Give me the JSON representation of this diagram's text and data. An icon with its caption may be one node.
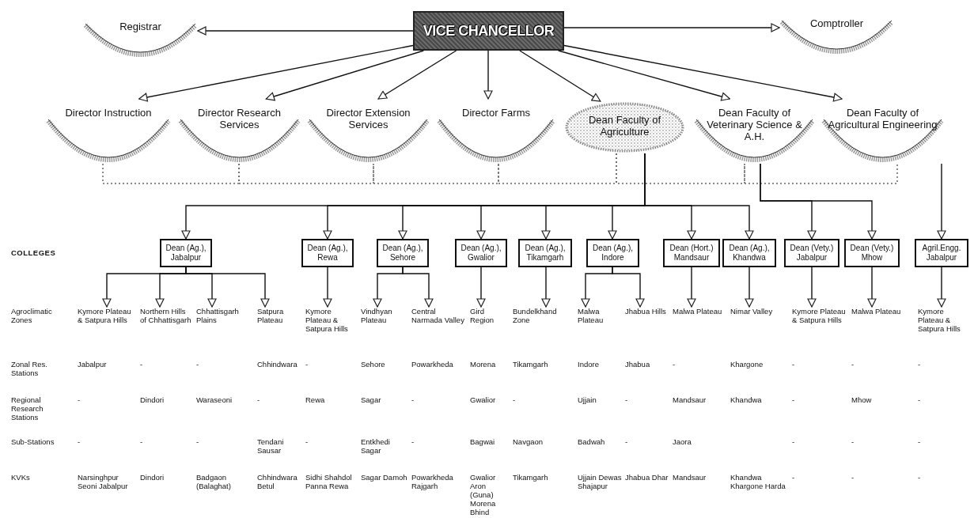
{
  "diagram": {
    "nodes": [
      {
        "text": [
          "VICE CHANCELLOR"
        ]
      },
      {
        "text": [
          "Registrar"
        ]
      },
      {
        "text": [
          "Comptroller"
        ]
      },
      {
        "text": [
          "Director Instruction"
        ]
      },
      {
        "text": [
          "Director Research Services"
        ]
      },
      {
        "text": [
          "Director Extension Services"
        ]
      },
      {
        "text": [
          "Director Farms"
        ]
      },
      {
        "text": [
          "Dean Faculty of Agriculture"
        ]
      },
      {
        "text": [
          "Dean Faculty of Veterinary Science & A.H."
        ]
      },
      {
        "text": [
          "Dean Faculty of Agricultural Engineering"
        ]
      },
      {
        "text": [
          "Dean (Ag.), Jabalpur"
        ]
      },
      {
        "text": [
          "Dean (Ag.), Rewa"
        ]
      },
      {
        "text": [
          "Dean (Ag.), Sehore"
        ]
      },
      {
        "text": [
          "Dean (Ag.), Gwalior"
        ]
      },
      {
        "text": [
          "Dean (Ag.), Tikamgarh"
        ]
      },
      {
        "text": [
          "Dean (Ag.), Indore"
        ]
      },
      {
        "text": [
          "Dean (Hort.) Mandsaur"
        ]
      },
      {
        "text": [
          "Dean (Ag.), Khandwa"
        ]
      },
      {
        "text": [
          "Dean (Vety.) Jabalpur"
        ]
      },
      {
        "text": [
          "Dean (Vety.) Mhow"
        ]
      },
      {
        "text": [
          "Agril.Engg. Jabalpur"
        ]
      },
      {
        "text": [
          "Kymore Plateau & Satpura Hills"
        ]
      },
      {
        "text": [
          "Northern Hills of Chhattisgarh"
        ]
      },
      {
        "text": [
          "Chhattisgarh Plains"
        ]
      },
      {
        "text": [
          "Satpura Plateau"
        ]
      },
      {
        "text": [
          "Kymore Plateau & Satpura Hills"
        ]
      },
      {
        "text": [
          "Vindhyan Plateau"
        ]
      },
      {
        "text": [
          "Central Narmada Valley"
        ]
      },
      {
        "text": [
          "Gird Region"
        ]
      },
      {
        "text": [
          "Bundelkhand Zone"
        ]
      },
      {
        "text": [
          "Malwa Plateau"
        ]
      },
      {
        "text": [
          "Jhabua Hills"
        ]
      },
      {
        "text": [
          "Malwa Plateau"
        ]
      },
      {
        "text": [
          "Nimar Valley"
        ]
      },
      {
        "text": [
          "Kymore Plateau & Satpura Hills"
        ]
      },
      {
        "text": [
          "Malwa Plateau"
        ]
      },
      {
        "text": [
          "Kymore Plateau & Satpura Hills"
        ]
      }
    ],
    "edges": [
      {
        "from": 0,
        "to": 1,
        "arrow": "to"
      },
      {
        "from": 0,
        "to": 2,
        "arrow": "to"
      },
      {
        "from": 0,
        "to": 3,
        "arrow": "to"
      },
      {
        "from": 0,
        "to": 4,
        "arrow": "to"
      },
      {
        "from": 0,
        "to": 5,
        "arrow": "to"
      },
      {
        "from": 0,
        "to": 6,
        "arrow": "to"
      },
      {
        "from": 0,
        "to": 7,
        "arrow": "to"
      },
      {
        "from": 0,
        "to": 8,
        "arrow": "to"
      },
      {
        "from": 0,
        "to": 9,
        "arrow": "to"
      },
      {
        "from": 3,
        "to": 4,
        "arrow": "none",
        "style": "dashed"
      },
      {
        "from": 4,
        "to": 5,
        "arrow": "none",
        "style": "dashed"
      },
      {
        "from": 5,
        "to": 6,
        "arrow": "none",
        "style": "dashed"
      },
      {
        "from": 6,
        "to": 7,
        "arrow": "none",
        "style": "dashed"
      },
      {
        "from": 7,
        "to": 8,
        "arrow": "none",
        "style": "dashed"
      },
      {
        "from": 8,
        "to": 9,
        "arrow": "none",
        "style": "dashed"
      },
      {
        "from": 7,
        "to": 10,
        "arrow": "to"
      },
      {
        "from": 7,
        "to": 11,
        "arrow": "to"
      },
      {
        "from": 7,
        "to": 12,
        "arrow": "to"
      },
      {
        "from": 7,
        "to": 13,
        "arrow": "to"
      },
      {
        "from": 7,
        "to": 14,
        "arrow": "to"
      },
      {
        "from": 7,
        "to": 15,
        "arrow": "to"
      },
      {
        "from": 7,
        "to": 16,
        "arrow": "to"
      },
      {
        "from": 7,
        "to": 17,
        "arrow": "to"
      },
      {
        "from": 8,
        "to": 18,
        "arrow": "to"
      },
      {
        "from": 8,
        "to": 19,
        "arrow": "to"
      },
      {
        "from": 9,
        "to": 20,
        "arrow": "to"
      },
      {
        "from": 10,
        "to": 21,
        "arrow": "to"
      },
      {
        "from": 10,
        "to": 22,
        "arrow": "to"
      },
      {
        "from": 10,
        "to": 23,
        "arrow": "to"
      },
      {
        "from": 10,
        "to": 24,
        "arrow": "to"
      },
      {
        "from": 11,
        "to": 25,
        "arrow": "to"
      },
      {
        "from": 12,
        "to": 26,
        "arrow": "to"
      },
      {
        "from": 12,
        "to": 27,
        "arrow": "to"
      },
      {
        "from": 13,
        "to": 28,
        "arrow": "to"
      },
      {
        "from": 14,
        "to": 29,
        "arrow": "to"
      },
      {
        "from": 15,
        "to": 30,
        "arrow": "to"
      },
      {
        "from": 15,
        "to": 31,
        "arrow": "to"
      },
      {
        "from": 16,
        "to": 32,
        "arrow": "to"
      },
      {
        "from": 17,
        "to": 33,
        "arrow": "to"
      },
      {
        "from": 18,
        "to": 34,
        "arrow": "to"
      },
      {
        "from": 19,
        "to": 35,
        "arrow": "to"
      },
      {
        "from": 20,
        "to": 36,
        "arrow": "to"
      }
    ],
    "labels": [
      "COLLEGES",
      "Agroclimatic Zones",
      "Zonal Res. Stations",
      "Jabalpur",
      "-",
      "-",
      "Chhindwara",
      "-",
      "Sehore",
      "Powarkheda",
      "Morena",
      "Tikamgarh",
      "Indore",
      "Jhabua",
      "-",
      "Khargone",
      "-",
      "-",
      "-",
      "Regional Research Stations",
      "-",
      "Dindori",
      "Waraseoni",
      "-",
      "Rewa",
      "Sagar",
      "-",
      "Gwalior",
      "-",
      "Ujjain",
      "-",
      "Mandsaur",
      "Khandwa",
      "-",
      "Mhow",
      "-",
      "Sub-Stations",
      "-",
      "-",
      "-",
      "Tendani Sausar",
      "-",
      "Entkhedi Sagar",
      "-",
      "Bagwai",
      "Navgaon",
      "Badwah",
      "-",
      "Jaora",
      "-",
      "-",
      "-",
      "KVKs",
      "Narsinghpur Seoni Jabalpur",
      "Dindori",
      "Badgaon (Balaghat)",
      "Chhindwara Betul",
      "Sidhi Shahdol Panna Rewa",
      "Sagar Damoh",
      "Powarkheda Rajgarh",
      "Gwalior Aron (Guna) Morena Bhind",
      "Tikamgarh",
      "Ujjain Dewas Shajapur",
      "Jhabua Dhar",
      "Mandsaur",
      "Khandwa Khargone Harda",
      "-",
      "-",
      "-"
    ]
  }
}
